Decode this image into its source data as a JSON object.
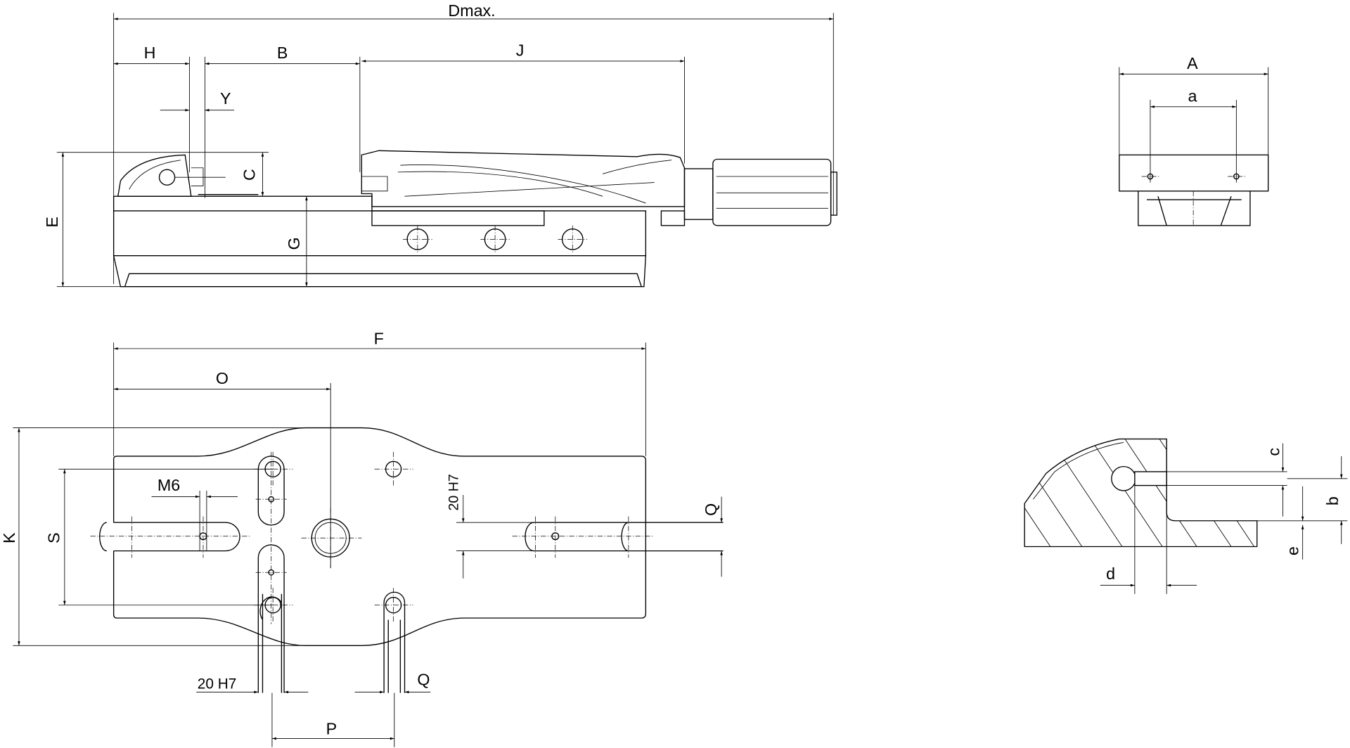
{
  "drawing": {
    "labels": {
      "dmax": "Dmax.",
      "h": "H",
      "b_upper": "B",
      "j": "J",
      "y": "Y",
      "c_upper": "C",
      "e_upper": "E",
      "g": "G",
      "a_upper": "A",
      "a_lower": "a",
      "f": "F",
      "o": "O",
      "k": "K",
      "s": "S",
      "m6": "M6",
      "h7_vertical": "20 H7",
      "q_right": "Q",
      "h7_bottom": "20 H7",
      "q_bottom": "Q",
      "p": "P",
      "c_lower": "c",
      "b_lower": "b",
      "e_lower": "e",
      "d_lower": "d"
    }
  }
}
